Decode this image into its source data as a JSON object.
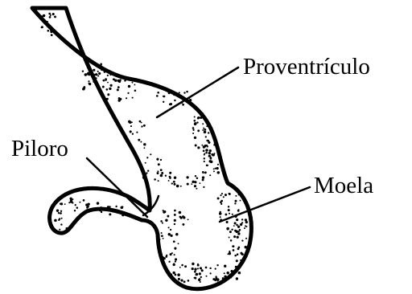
{
  "labels": {
    "proventriculus": "Proventrículo",
    "pylorus": "Piloro",
    "gizzard": "Moela"
  },
  "colors": {
    "ink": "#000000",
    "paper": "#ffffff"
  }
}
